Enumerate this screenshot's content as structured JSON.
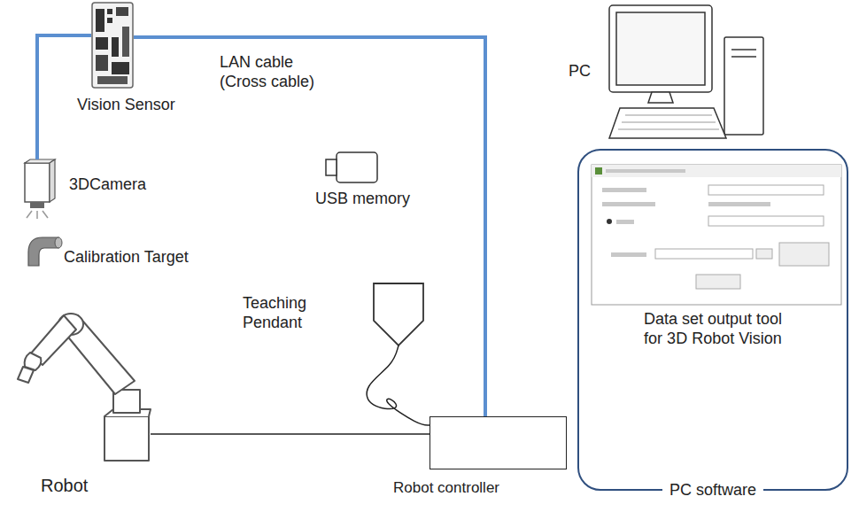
{
  "diagram": {
    "nodes": [
      {
        "text": [
          "Vision Sensor"
        ]
      },
      {
        "text": [
          "3DCamera"
        ]
      },
      {
        "text": [
          "Robot"
        ]
      },
      {
        "text": [
          "Teaching Pendant"
        ]
      },
      {
        "text": [
          "Robot controller"
        ]
      },
      {
        "text": [
          "Data set output tool for 3D Robot Vision",
          "PC software"
        ]
      }
    ],
    "edges": [
      {
        "from": 0,
        "to": 4,
        "arrow": "none",
        "label": "LAN cable (Cross cable)"
      },
      {
        "from": 0,
        "to": 1,
        "arrow": "none"
      },
      {
        "from": 2,
        "to": 4,
        "arrow": "none"
      },
      {
        "from": 3,
        "to": 4,
        "arrow": "none"
      }
    ],
    "labels": [
      "Calibration Target",
      "USB memory",
      "PC"
    ]
  }
}
